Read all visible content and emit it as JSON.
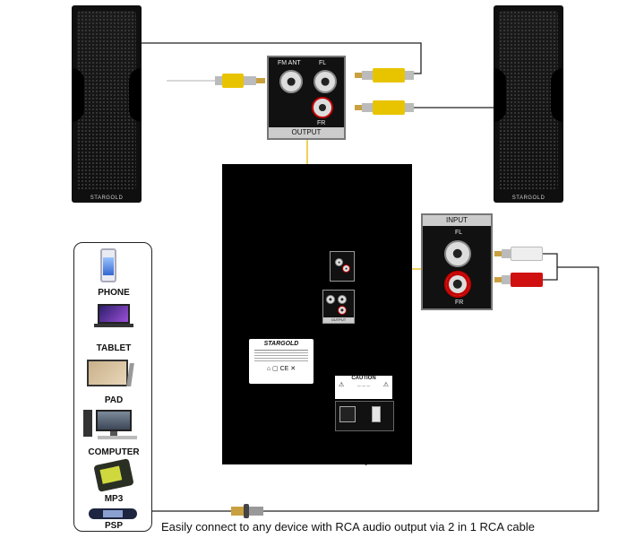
{
  "speakers": {
    "brand": "STARGOLD"
  },
  "output_panel": {
    "fm_label": "FM ANT",
    "fl_label": "FL",
    "fr_label": "FR",
    "title": "OUTPUT"
  },
  "input_panel": {
    "title": "INPUT",
    "fl_label": "FL",
    "fr_label": "FR"
  },
  "woofer": {
    "logo": "STARGOLD",
    "caution_title": "CAUTION",
    "mini_output_label": "OUTPUT"
  },
  "devices": [
    {
      "label": "PHONE",
      "icon": "phone-icon"
    },
    {
      "label": "TABLET",
      "icon": "laptop-icon"
    },
    {
      "label": "PAD",
      "icon": "tablet-icon"
    },
    {
      "label": "COMPUTER",
      "icon": "computer-icon"
    },
    {
      "label": "MP3",
      "icon": "mp3-player-icon"
    },
    {
      "label": "PSP",
      "icon": "gamepad-icon"
    }
  ],
  "caption": "Easily connect to any device with RCA audio output via 2 in 1 RCA cable",
  "colors": {
    "cable_yellow": "#e8b800",
    "rca_red": "#d01010",
    "panel_bg": "#111111"
  }
}
